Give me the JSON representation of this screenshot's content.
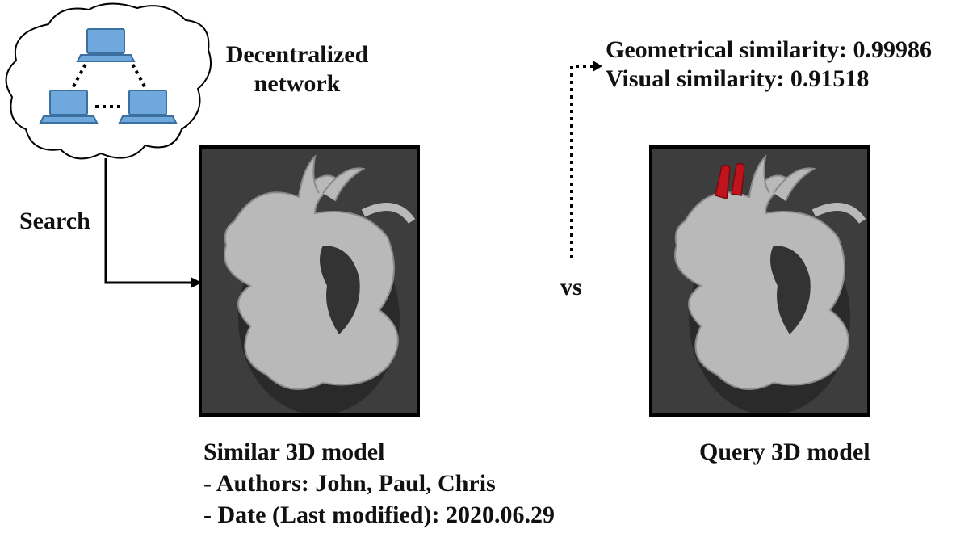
{
  "network": {
    "label_line1": "Decentralized",
    "label_line2": "network"
  },
  "search": {
    "label": "Search"
  },
  "similarity": {
    "geometrical": "Geometrical similarity: 0.99986",
    "visual": "Visual similarity: 0.91518"
  },
  "vs_label": "vs",
  "similar_model": {
    "title": "Similar 3D model",
    "authors": "- Authors: John, Paul, Chris",
    "date": "- Date (Last modified): 2020.06.29"
  },
  "query_model": {
    "title": "Query 3D model"
  },
  "colors": {
    "panel_bg": "#3d3d3d",
    "laptop": "#6fa8dc",
    "horn_highlight": "#c0141c",
    "dragon": "#b9b9b9"
  }
}
